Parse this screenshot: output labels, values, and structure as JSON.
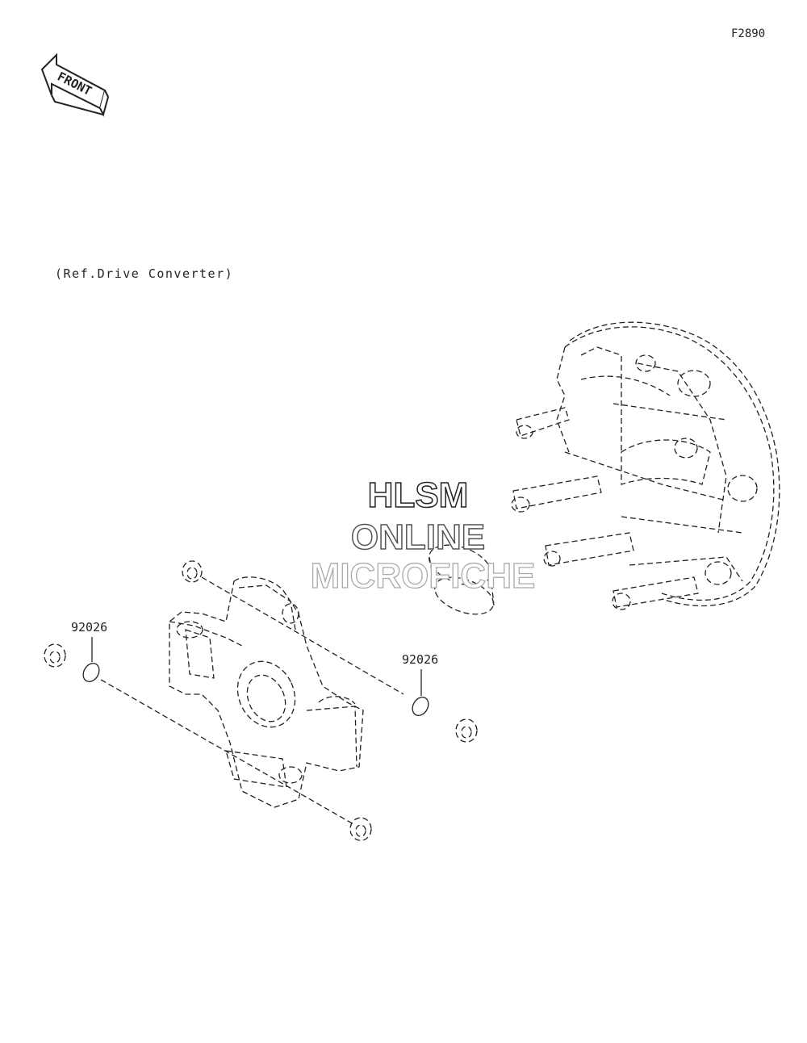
{
  "figure_code": "F2890",
  "front_label": "FRONT",
  "reference_note": "(Ref.Drive Converter)",
  "callouts": [
    {
      "part_number": "92026"
    },
    {
      "part_number": "92026"
    }
  ],
  "watermark": {
    "line1": "HLSM",
    "line2": "ONLINE",
    "line3": "MICROFICHE"
  }
}
